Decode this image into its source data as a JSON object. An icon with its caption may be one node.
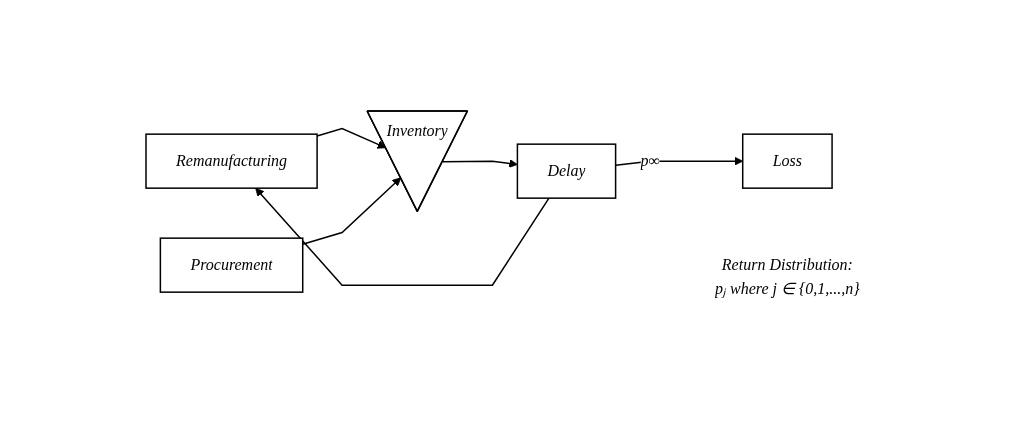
{
  "diagram": {
    "nodes": [
      {
        "text": [
          "Remanufacturing"
        ]
      },
      {
        "text": [
          "Procurement"
        ]
      },
      {
        "text": [
          "Inventory"
        ]
      },
      {
        "text": [
          "Delay"
        ],
        "beside": [
          "Return Distribution:",
          "pⱼ where j ∈ {0,1,...,n}"
        ]
      },
      {
        "text": [
          "Loss"
        ]
      }
    ],
    "edges": [
      {
        "from": 0,
        "to": 2,
        "arrow": "to"
      },
      {
        "from": 1,
        "to": 2,
        "arrow": "to"
      },
      {
        "from": 2,
        "to": 3,
        "arrow": "to"
      },
      {
        "from": 3,
        "to": 0,
        "arrow": "to"
      },
      {
        "from": 3,
        "to": 4,
        "label": "p∞",
        "arrow": "to"
      }
    ]
  }
}
